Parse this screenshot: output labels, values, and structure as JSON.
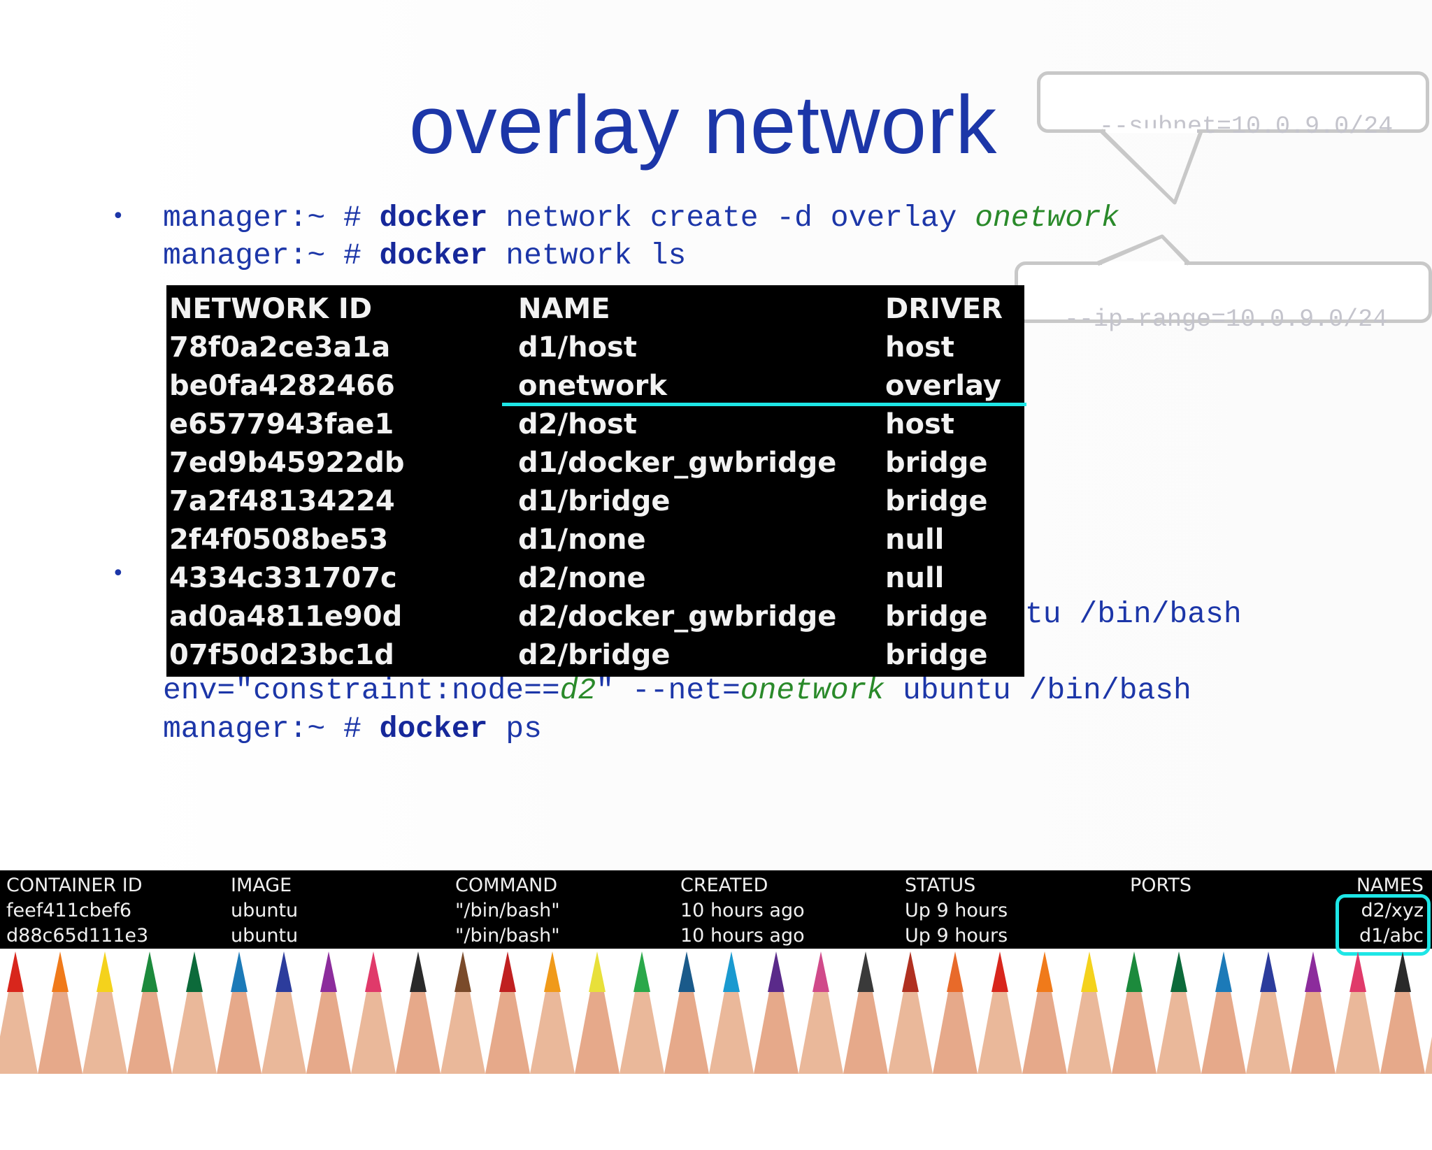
{
  "slide": {
    "title": "overlay network",
    "bullet_symbol": "•"
  },
  "commands": {
    "line1": {
      "prompt": "manager:~ # ",
      "bold": "docker",
      "rest": " network create -d overlay ",
      "italic": "onetwork"
    },
    "line2": {
      "prompt": "manager:~ # ",
      "bold": "docker",
      "rest": " network ls"
    },
    "line_run1_tail": "tu /bin/bash",
    "line_run2": {
      "pre": "env=\"constraint:node==",
      "italic1": "d2",
      "mid": "\" --net=",
      "italic2": "onetwork",
      "rest": " ubuntu /bin/bash"
    },
    "line_ps": {
      "prompt": "manager:~ # ",
      "bold": "docker",
      "rest": " ps"
    }
  },
  "callouts": {
    "subnet": "--subnet=10.0.9.0/24",
    "ip_range": "--ip-range=10.0.9.0/24"
  },
  "network_table": {
    "headers": [
      "NETWORK ID",
      "NAME",
      "DRIVER"
    ],
    "rows": [
      [
        "78f0a2ce3a1a",
        "d1/host",
        "host"
      ],
      [
        "be0fa4282466",
        "onetwork",
        "overlay"
      ],
      [
        "e6577943fae1",
        "d2/host",
        "host"
      ],
      [
        "7ed9b45922db",
        "d1/docker_gwbridge",
        "bridge"
      ],
      [
        "7a2f48134224",
        "d1/bridge",
        "bridge"
      ],
      [
        "2f4f0508be53",
        "d1/none",
        "null"
      ],
      [
        "4334c331707c",
        "d2/none",
        "null"
      ],
      [
        "ad0a4811e90d",
        "d2/docker_gwbridge",
        "bridge"
      ],
      [
        "07f50d23bc1d",
        "d2/bridge",
        "bridge"
      ]
    ]
  },
  "ps_table": {
    "headers": [
      "CONTAINER ID",
      "IMAGE",
      "COMMAND",
      "CREATED",
      "STATUS",
      "PORTS",
      "NAMES"
    ],
    "rows": [
      [
        "feef411cbef6",
        "ubuntu",
        "\"/bin/bash\"",
        "10 hours ago",
        "Up 9 hours",
        "",
        "d2/xyz"
      ],
      [
        "d88c65d111e3",
        "ubuntu",
        "\"/bin/bash\"",
        "10 hours ago",
        "Up 9 hours",
        "",
        "d1/abc"
      ]
    ]
  },
  "colors": {
    "title": "#1c36a8",
    "highlight": "#1ee6e6",
    "italic_arg": "#2a8a2a",
    "callout_text": "#c4c4cc"
  },
  "pencil_colors": [
    "#d8261c",
    "#f07a1a",
    "#f4d21c",
    "#1c8a3c",
    "#0c6a3a",
    "#1c7ab8",
    "#2c3c9c",
    "#8c2c9c",
    "#e03a6a",
    "#2a2a2a",
    "#7a4a2a",
    "#c02020",
    "#f09a1a",
    "#e8e03a",
    "#2aa84a",
    "#1a5a8a",
    "#1a9ad0",
    "#5a2a8a",
    "#d04a8a",
    "#3a3a3a",
    "#b03020",
    "#e86a2a"
  ]
}
